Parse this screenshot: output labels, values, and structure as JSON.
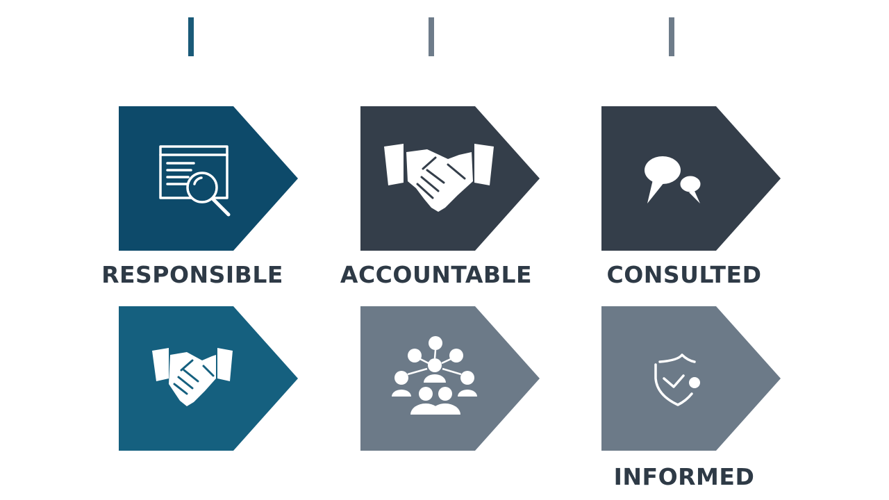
{
  "colors": {
    "tick_1": "#1a5a78",
    "tick_2": "#6e7c8a",
    "tick_3": "#6e7c8a",
    "responsible_top": "#0d4a6a",
    "accountable_top": "#343e4a",
    "consulted_top": "#343e4a",
    "responsible_bottom": "#15607f",
    "accountable_bottom": "#6c7a88",
    "informed_bottom": "#6c7a88",
    "label": "#2e3a46",
    "icon": "#ffffff"
  },
  "labels": {
    "responsible": "RESPONSIBLE",
    "accountable": "ACCOUNTABLE",
    "consulted": "CONSULTED",
    "informed": "INFORMED"
  },
  "icons": {
    "row1_col1": "document-search-icon",
    "row1_col2": "handshake-icon",
    "row1_col3": "chat-bubbles-icon",
    "row2_col1": "handshake-icon",
    "row2_col2": "team-network-icon",
    "row2_col3": "shield-check-icon"
  }
}
